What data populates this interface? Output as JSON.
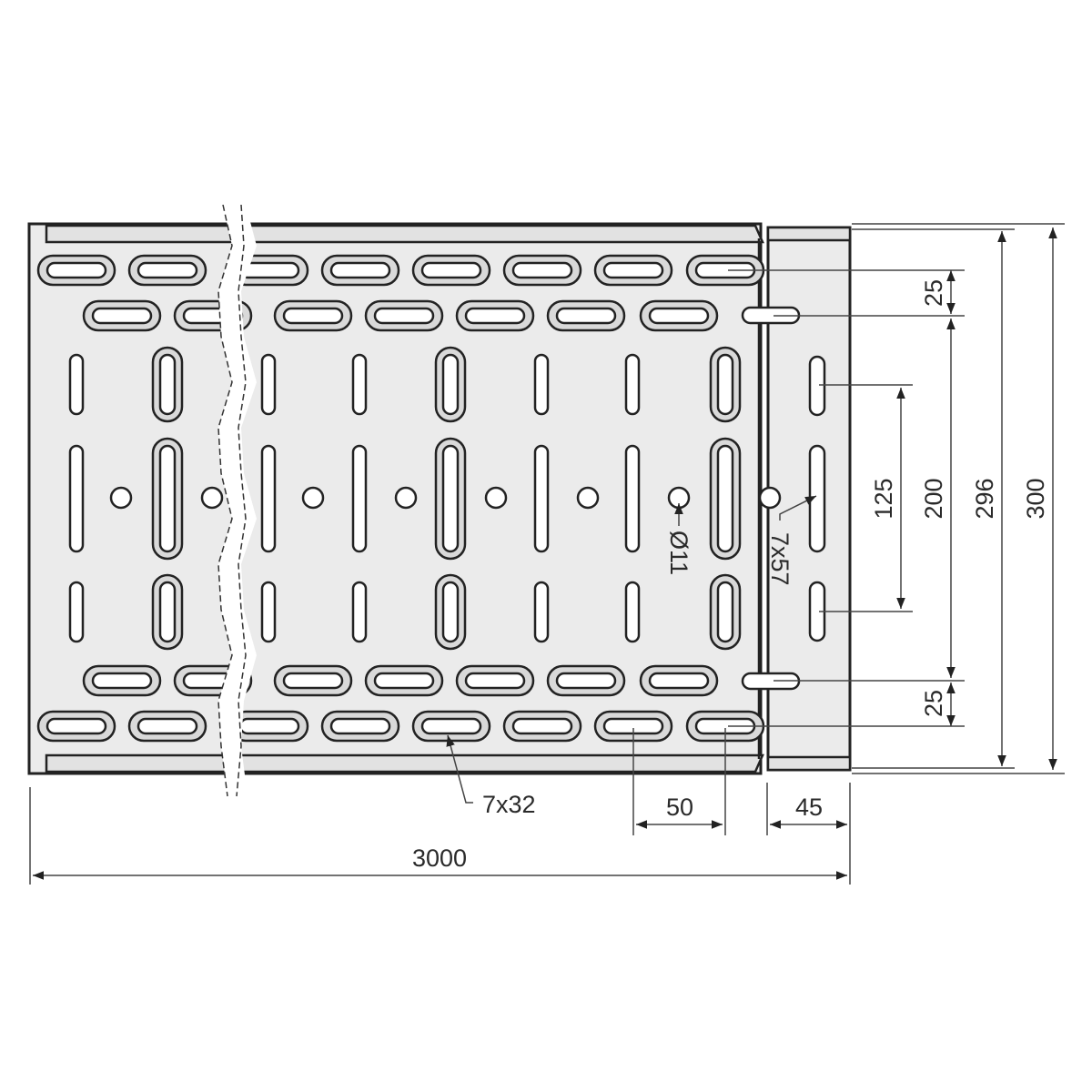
{
  "drawing": {
    "title": "Perforated cable tray with coupling end – technical dimension drawing",
    "colors": {
      "plate": "#ebebeb",
      "flange": "#e2e2e2",
      "slot_ring": "#d9d9d9",
      "outline": "#222222",
      "dim_line": "#444444",
      "background": "#ffffff"
    },
    "dimensions": {
      "total_length": "3000",
      "slot_pitch": "50",
      "coupling_length": "45",
      "overall_width": "300",
      "inner_width": "296",
      "slot_spacing_outer": "200",
      "slot_spacing_inner": "125",
      "edge_offset_top": "25",
      "edge_offset_bottom": "25"
    },
    "callouts": {
      "transverse_slot": "7x32",
      "longitudinal_slot": "7x57",
      "round_hole": "Ø11"
    }
  }
}
